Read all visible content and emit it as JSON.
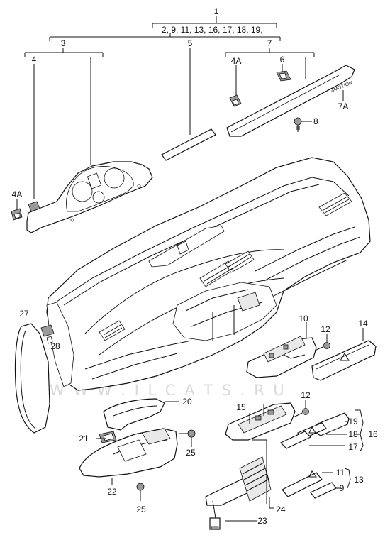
{
  "callouts": {
    "c1": "1",
    "c1_list": "2, 9, 11, 13, 16, 17, 18, 19,",
    "c3": "3",
    "c4": "4",
    "c5": "5",
    "c7": "7",
    "c4a_top": "4A",
    "c6": "6",
    "c7a": "7A",
    "c8": "8",
    "c4a_left": "4A",
    "c27": "27",
    "c28": "28",
    "c10": "10",
    "c12_top": "12",
    "c14": "14",
    "c12_mid": "12",
    "c15": "15",
    "c20": "20",
    "c19": "19",
    "c18": "18",
    "c16": "16",
    "c17": "17",
    "c21": "21",
    "c25_top": "25",
    "c22": "22",
    "c25_bottom": "25",
    "c11": "11",
    "c13": "13",
    "c9": "9",
    "c24": "24",
    "c23": "23"
  },
  "trim_marking": "4MOTION",
  "watermark": "W W W . I L C A T S . R U"
}
